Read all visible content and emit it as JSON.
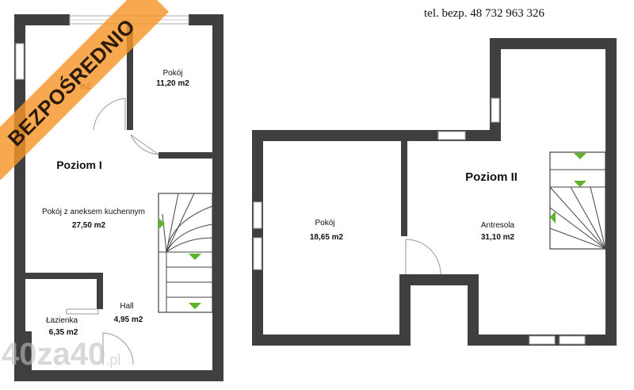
{
  "phone": "tel. bezp.  48 732 963 326",
  "banner": "BEZPOŚREDNIO",
  "watermark": {
    "main": "40za40",
    "suffix": ".pl"
  },
  "level1": {
    "title": "Poziom I",
    "rooms": [
      {
        "name": "",
        "area": "m2"
      },
      {
        "name": "Pokój",
        "area": "11,20 m2"
      },
      {
        "name": "Pokój z aneksem kuchennym",
        "area": "27,50 m2"
      },
      {
        "name": "Hall",
        "area": "4,95 m2"
      },
      {
        "name": "Łazienka",
        "area": "6,35 m2"
      }
    ]
  },
  "level2": {
    "title": "Poziom II",
    "rooms": [
      {
        "name": "Pokój",
        "area": "18,65 m2"
      },
      {
        "name": "Antresola",
        "area": "31,10 m2"
      }
    ]
  },
  "colors": {
    "wall": "#3f3f3f",
    "stair_arrow": "#5fb32a",
    "banner": "#f79628"
  }
}
